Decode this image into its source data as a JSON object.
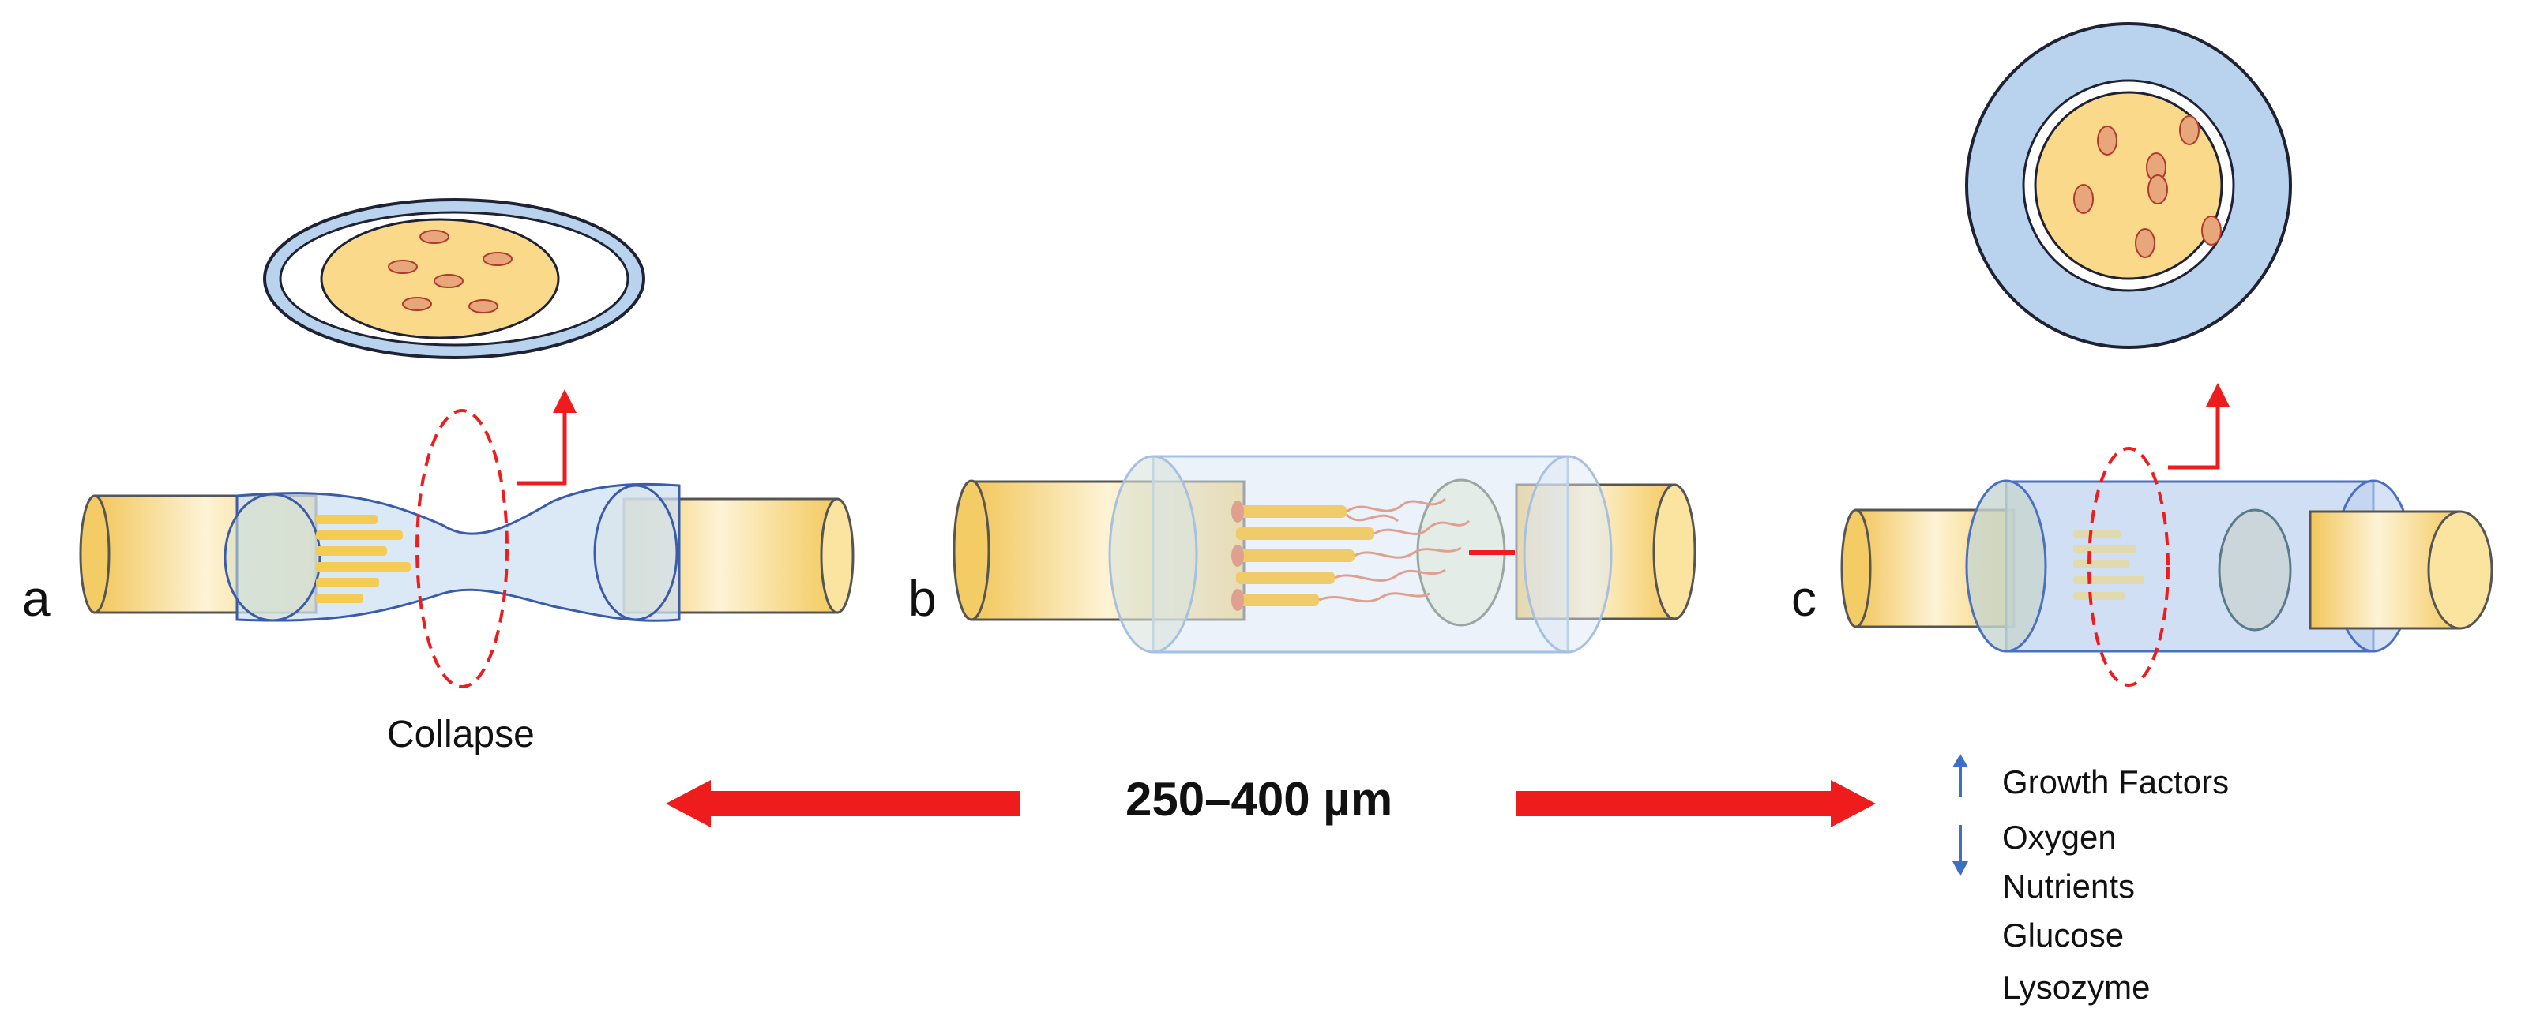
{
  "panels": {
    "a": {
      "letter": "a",
      "caption": "Collapse"
    },
    "b": {
      "letter": "b"
    },
    "c": {
      "letter": "c"
    }
  },
  "gap_range": "250–400 µm",
  "legend": {
    "up_items": [
      "Growth Factors"
    ],
    "down_items": [
      "Oxygen",
      "Nutrients",
      "Glucose",
      "Lysozyme"
    ]
  },
  "colors": {
    "nerve": "#f5d98a",
    "conduit": "#b9d3ee",
    "arrow": "#ee1c1c",
    "legend_arrow": "#3d6fc4",
    "cell_dots": "#b03a2e"
  }
}
